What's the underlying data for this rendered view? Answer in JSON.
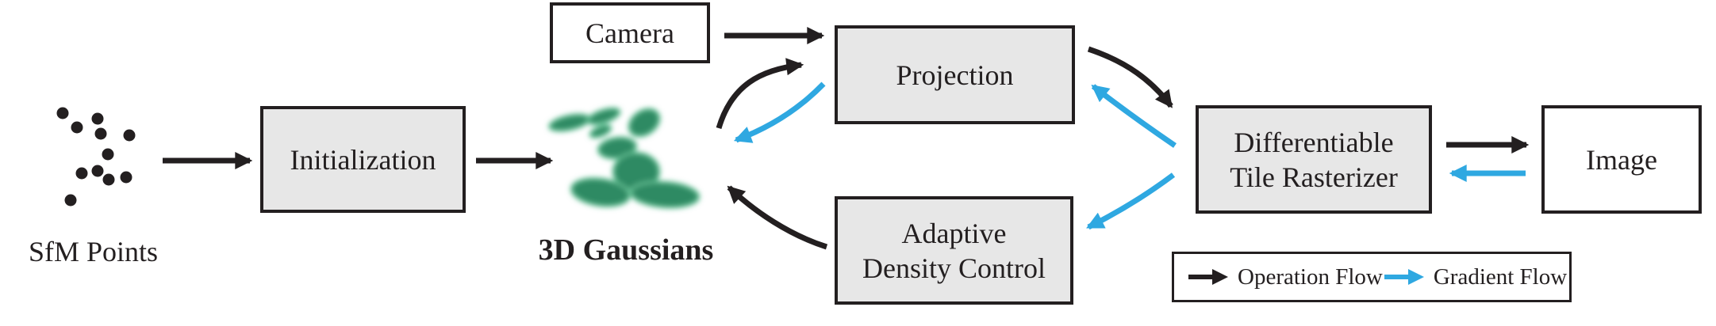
{
  "diagram": {
    "title_semantic": "3D Gaussian Splatting training pipeline",
    "nodes": {
      "sfm": {
        "label": "SfM Points"
      },
      "initialization": {
        "label": "Initialization"
      },
      "gaussians": {
        "label": "3D Gaussians"
      },
      "camera": {
        "label": "Camera"
      },
      "projection": {
        "label": "Projection"
      },
      "adaptive_density_control": {
        "line1": "Adaptive",
        "line2": "Density Control"
      },
      "rasterizer": {
        "line1": "Differentiable",
        "line2": "Tile Rasterizer"
      },
      "image": {
        "label": "Image"
      }
    },
    "edges": [
      {
        "from": "SfM Points",
        "to": "Initialization",
        "flow": "operation"
      },
      {
        "from": "Initialization",
        "to": "3D Gaussians",
        "flow": "operation"
      },
      {
        "from": "Camera",
        "to": "Projection",
        "flow": "operation"
      },
      {
        "from": "3D Gaussians",
        "to": "Projection",
        "flow": "operation"
      },
      {
        "from": "Projection",
        "to": "Differentiable Tile Rasterizer",
        "flow": "operation"
      },
      {
        "from": "Differentiable Tile Rasterizer",
        "to": "Image",
        "flow": "operation"
      },
      {
        "from": "Adaptive Density Control",
        "to": "3D Gaussians",
        "flow": "operation"
      },
      {
        "from": "Image",
        "to": "Differentiable Tile Rasterizer",
        "flow": "gradient"
      },
      {
        "from": "Differentiable Tile Rasterizer",
        "to": "Projection",
        "flow": "gradient"
      },
      {
        "from": "Differentiable Tile Rasterizer",
        "to": "Adaptive Density Control",
        "flow": "gradient"
      },
      {
        "from": "Projection",
        "to": "3D Gaussians",
        "flow": "gradient"
      }
    ],
    "legend": {
      "operation_label": "Operation Flow",
      "gradient_label": "Gradient Flow"
    },
    "colors": {
      "operation_flow": "#231f20",
      "gradient_flow": "#2fa8e1",
      "box_fill": "#e7e7e7",
      "box_border": "#231f20",
      "gaussian_green": "#2e8a63"
    }
  }
}
